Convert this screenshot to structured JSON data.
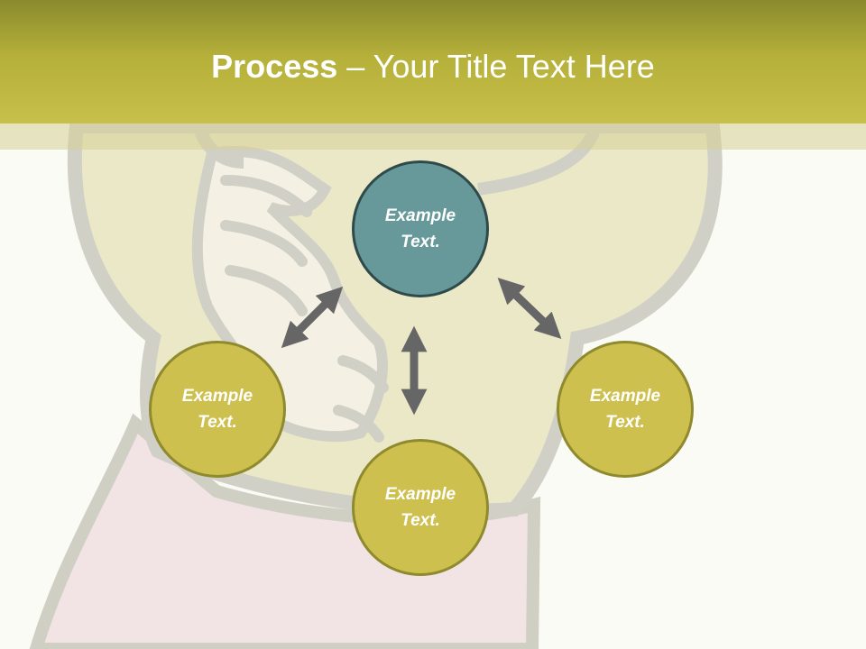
{
  "slide": {
    "title_bold": "Process",
    "title_rest": " – Your Title Text Here"
  },
  "diagram": {
    "nodes": {
      "top": "Example Text.",
      "left": "Example Text.",
      "right": "Example Text.",
      "bottom": "Example Text."
    }
  },
  "colors": {
    "header": "#b5b03a",
    "node_teal": "#67999a",
    "node_olive": "#cdc04e",
    "arrow": "#666666",
    "background": "#fbfbf5"
  }
}
